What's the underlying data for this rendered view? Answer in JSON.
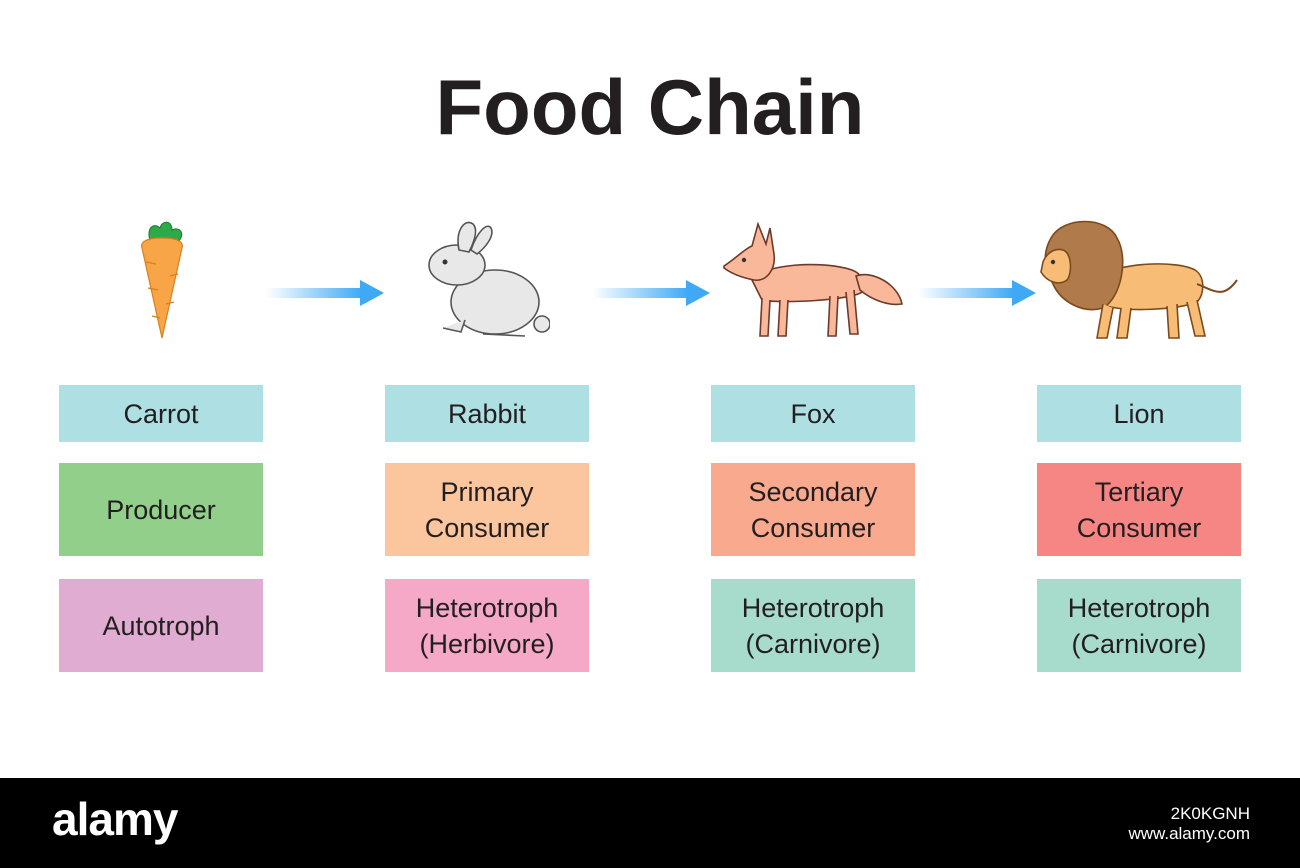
{
  "title": "Food Chain",
  "colors": {
    "name_box": "#addfe3",
    "arrow": "#3fa9f5",
    "producer": "#92cf8b",
    "primary_consumer": "#fbc59e",
    "secondary_consumer": "#f9a98e",
    "tertiary_consumer": "#f58683",
    "autotroph": "#e1acd1",
    "herbivore": "#f5a9c6",
    "carnivore": "#a7dccd"
  },
  "chain": [
    {
      "icon": "carrot-icon",
      "name": "Carrot",
      "level": "Producer",
      "type": "Autotroph"
    },
    {
      "icon": "rabbit-icon",
      "name": "Rabbit",
      "level": "Primary\nConsumer",
      "type": "Heterotroph\n(Herbivore)"
    },
    {
      "icon": "fox-icon",
      "name": "Fox",
      "level": "Secondary\nConsumer",
      "type": "Heterotroph\n(Carnivore)"
    },
    {
      "icon": "lion-icon",
      "name": "Lion",
      "level": "Tertiary\nConsumer",
      "type": "Heterotroph\n(Carnivore)"
    }
  ],
  "footer": {
    "logo": "alamy",
    "image_id": "2K0KGNH",
    "url": "www.alamy.com"
  }
}
